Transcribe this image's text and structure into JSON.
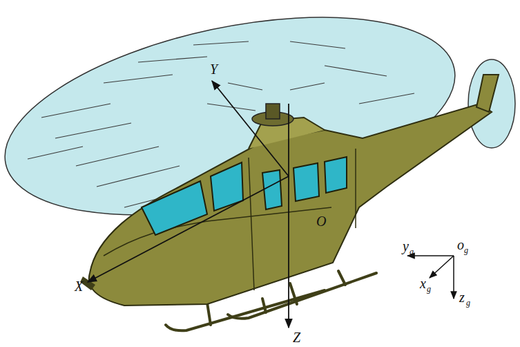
{
  "diagram": {
    "labels": [
      "Y",
      "X",
      "Z",
      "O",
      "y",
      "g",
      "o",
      "g",
      "x",
      "g",
      "z",
      "g"
    ]
  }
}
